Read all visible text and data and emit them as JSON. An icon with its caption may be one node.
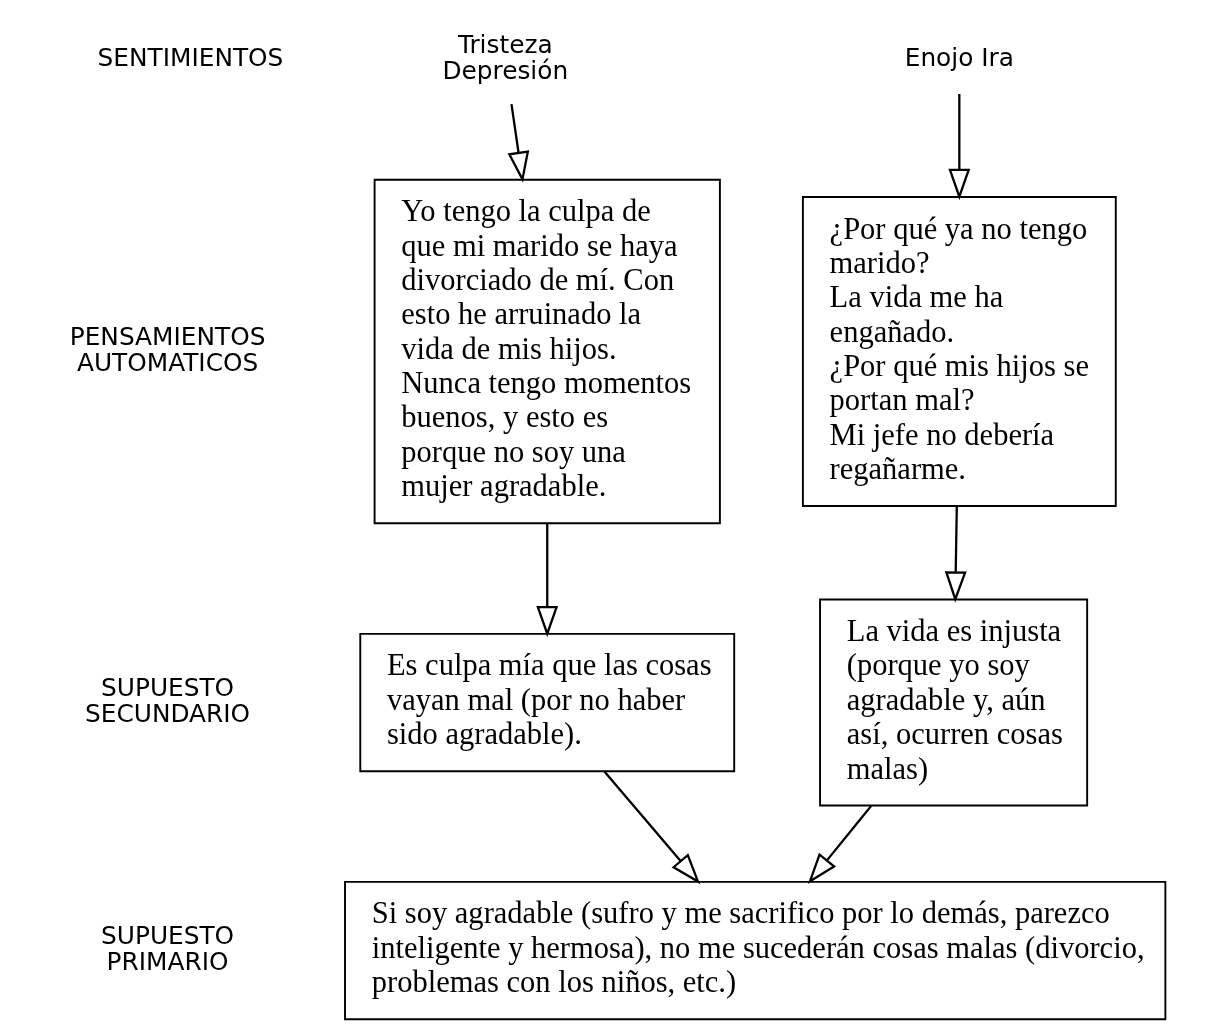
{
  "diagram": {
    "nodes": [
      {
        "text": [
          "Tristeza Depresión"
        ]
      },
      {
        "text": [
          "Enojo Ira"
        ]
      },
      {
        "text": [
          "Yo tengo la culpa de que mi marido se haya divorciado de mí. Con esto he arruinado la vida de mis hijos. Nunca tengo momentos buenos, y esto es porque no soy una mujer agradable."
        ]
      },
      {
        "text": [
          "¿Por qué ya no tengo marido?",
          "La vida me ha engañado.",
          "¿Por qué mis hijos se portan mal?",
          "Mi jefe no debería regañarme."
        ]
      },
      {
        "text": [
          "Es culpa mía que las cosas vayan mal (por no haber sido agradable)."
        ]
      },
      {
        "text": [
          "La vida es injusta (porque yo soy agradable y, aún así, ocurren cosas malas)"
        ]
      },
      {
        "text": [
          "Si soy agradable (sufro y me sacrifico por lo demás, parezco inteligente y hermosa), no me sucederán cosas malas (divorcio, problemas con los niños, etc.)"
        ]
      }
    ],
    "edges": [
      {
        "from": 0,
        "to": 2,
        "arrow": "to"
      },
      {
        "from": 1,
        "to": 3,
        "arrow": "to"
      },
      {
        "from": 2,
        "to": 4,
        "arrow": "to"
      },
      {
        "from": 3,
        "to": 5,
        "arrow": "to"
      },
      {
        "from": 4,
        "to": 6,
        "arrow": "to"
      },
      {
        "from": 5,
        "to": 6,
        "arrow": "to"
      }
    ],
    "labels": [
      "SENTIMIENTOS",
      "PENSAMIENTOS AUTOMATICOS",
      "SUPUESTO SECUNDARIO",
      "SUPUESTO PRIMARIO"
    ]
  }
}
